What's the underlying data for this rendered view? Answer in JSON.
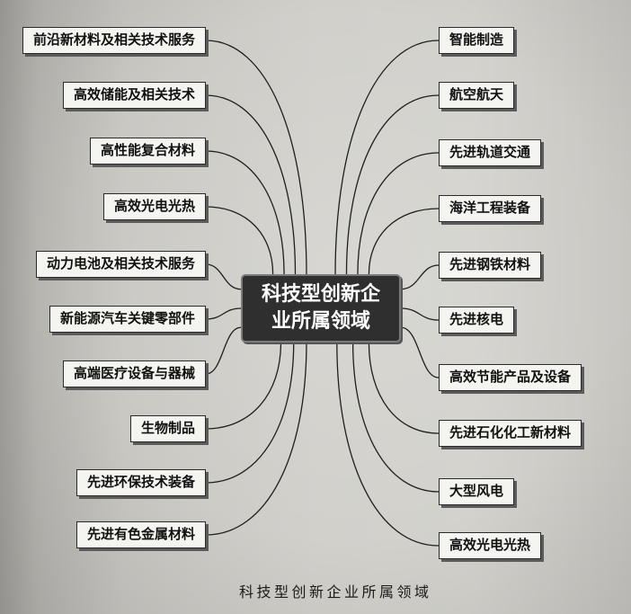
{
  "diagram": {
    "center": "科技型创新企业所属领域",
    "left_nodes": [
      "前沿新材料及相关技术服务",
      "高效储能及相关技术",
      "高性能复合材料",
      "高效光电光热",
      "动力电池及相关技术服务",
      "新能源汽车关键零部件",
      "高端医疗设备与器械",
      "生物制品",
      "先进环保技术装备",
      "先进有色金属材料"
    ],
    "right_nodes": [
      "智能制造",
      "航空航天",
      "先进轨道交通",
      "海洋工程装备",
      "先进钢铁材料",
      "先进核电",
      "高效节能产品及设备",
      "先进石化化工新材料",
      "大型风电",
      "高效光电光热"
    ],
    "caption": "科技型创新企业所属领域"
  },
  "colors": {
    "node_fill": "#f4f4f1",
    "node_border": "#2a2a2a",
    "center_fill": "#2f2f2f",
    "center_text": "#ffffff",
    "line": "#1e1e1e"
  }
}
